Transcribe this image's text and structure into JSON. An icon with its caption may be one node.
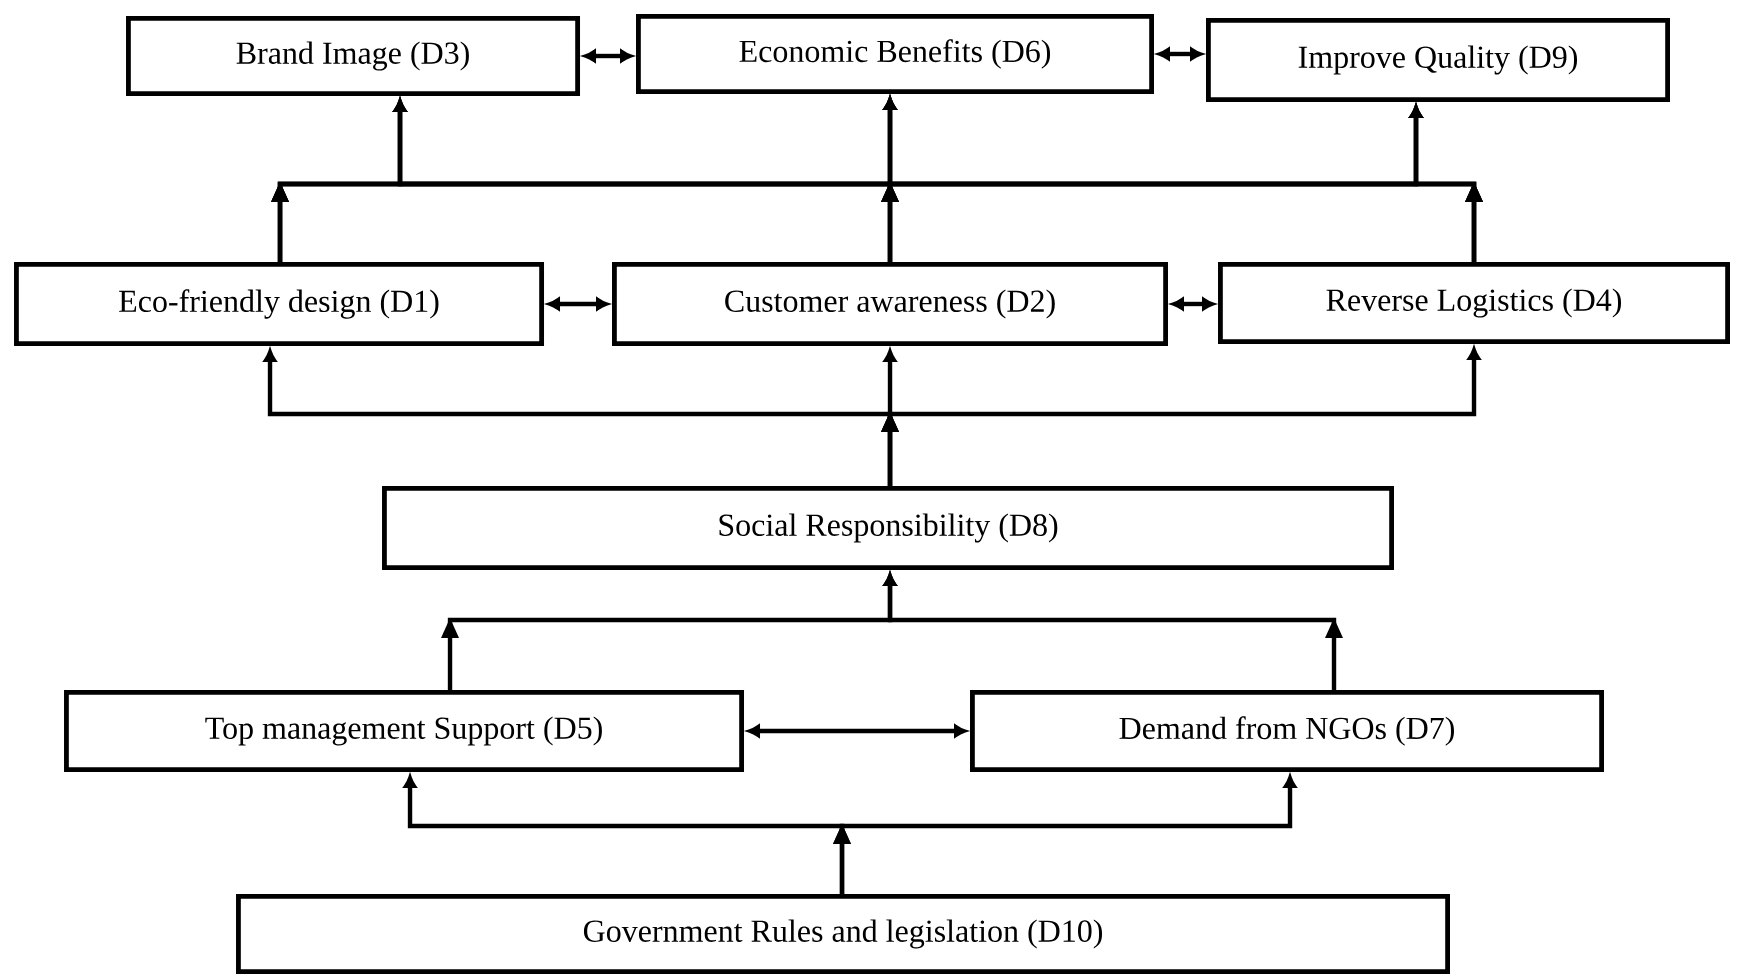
{
  "diagram": {
    "nodes": [
      {
        "text": [
          "Brand Image (D3)"
        ]
      },
      {
        "text": [
          "Economic Benefits (D6)"
        ]
      },
      {
        "text": [
          "Improve Quality (D9)"
        ]
      },
      {
        "text": [
          "Eco-friendly design (D1)"
        ]
      },
      {
        "text": [
          "Customer awareness (D2)"
        ]
      },
      {
        "text": [
          "Reverse Logistics (D4)"
        ]
      },
      {
        "text": [
          "Social Responsibility (D8)"
        ]
      },
      {
        "text": [
          "Top management Support (D5)"
        ]
      },
      {
        "text": [
          "Demand from NGOs (D7)"
        ]
      },
      {
        "text": [
          "Government Rules and legislation (D10)"
        ]
      }
    ],
    "edges": [
      {
        "from": 0,
        "to": 1,
        "arrow": "both"
      },
      {
        "from": 1,
        "to": 2,
        "arrow": "both"
      },
      {
        "from": 3,
        "to": 4,
        "arrow": "both"
      },
      {
        "from": 4,
        "to": 5,
        "arrow": "both"
      },
      {
        "from": 7,
        "to": 8,
        "arrow": "both"
      },
      {
        "from": 3,
        "to": 0,
        "arrow": "to"
      },
      {
        "from": 3,
        "to": 1,
        "arrow": "to"
      },
      {
        "from": 3,
        "to": 2,
        "arrow": "to"
      },
      {
        "from": 4,
        "to": 0,
        "arrow": "to"
      },
      {
        "from": 4,
        "to": 1,
        "arrow": "to"
      },
      {
        "from": 4,
        "to": 2,
        "arrow": "to"
      },
      {
        "from": 5,
        "to": 0,
        "arrow": "to"
      },
      {
        "from": 5,
        "to": 1,
        "arrow": "to"
      },
      {
        "from": 5,
        "to": 2,
        "arrow": "to"
      },
      {
        "from": 6,
        "to": 3,
        "arrow": "to"
      },
      {
        "from": 6,
        "to": 4,
        "arrow": "to"
      },
      {
        "from": 6,
        "to": 5,
        "arrow": "to"
      },
      {
        "from": 7,
        "to": 6,
        "arrow": "to"
      },
      {
        "from": 8,
        "to": 6,
        "arrow": "to"
      },
      {
        "from": 9,
        "to": 7,
        "arrow": "to"
      },
      {
        "from": 9,
        "to": 8,
        "arrow": "to"
      }
    ]
  }
}
